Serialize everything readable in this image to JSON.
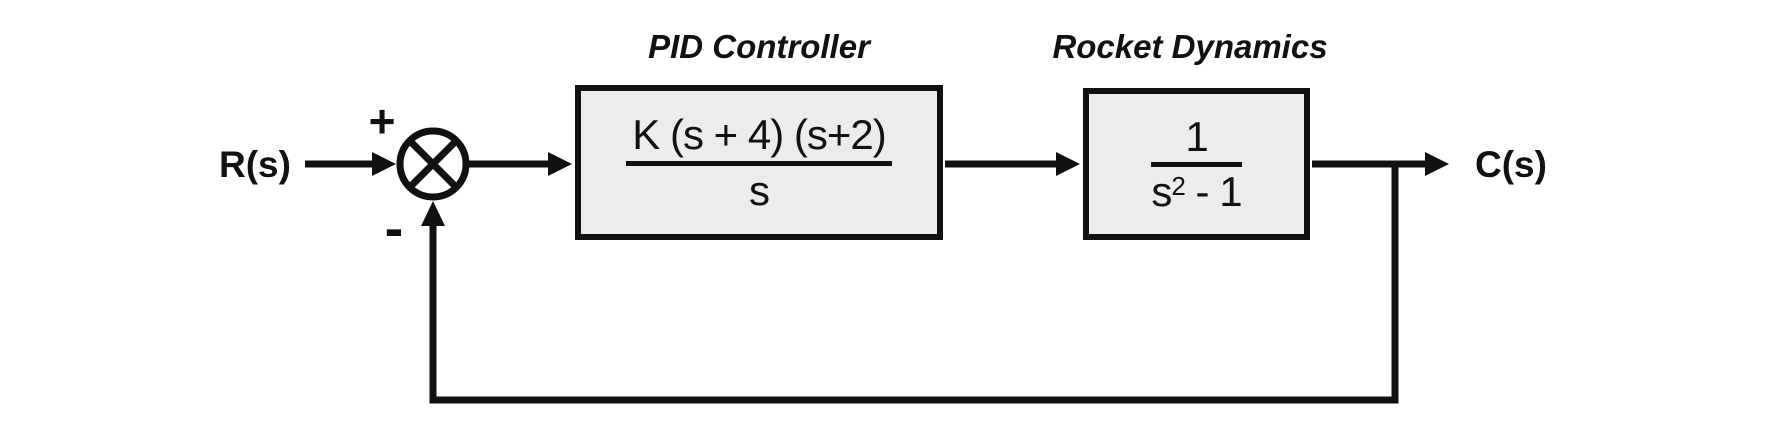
{
  "diagram": {
    "background_color": "#ffffff",
    "line_color": "#111111",
    "block_fill_color": "#ececec"
  },
  "signals": {
    "input_label": "R(s)",
    "output_label": "C(s)"
  },
  "summing_junction": {
    "symbol": "circle-cross",
    "plus_label": "+",
    "minus_label": "-"
  },
  "blocks": [
    {
      "title": "PID Controller",
      "numerator": "K (s + 4) (s+2)",
      "denominator": "s"
    },
    {
      "title": "Rocket Dynamics",
      "numerator": "1",
      "den_base": "s",
      "den_sup": "2",
      "den_rest": " - 1"
    }
  ]
}
